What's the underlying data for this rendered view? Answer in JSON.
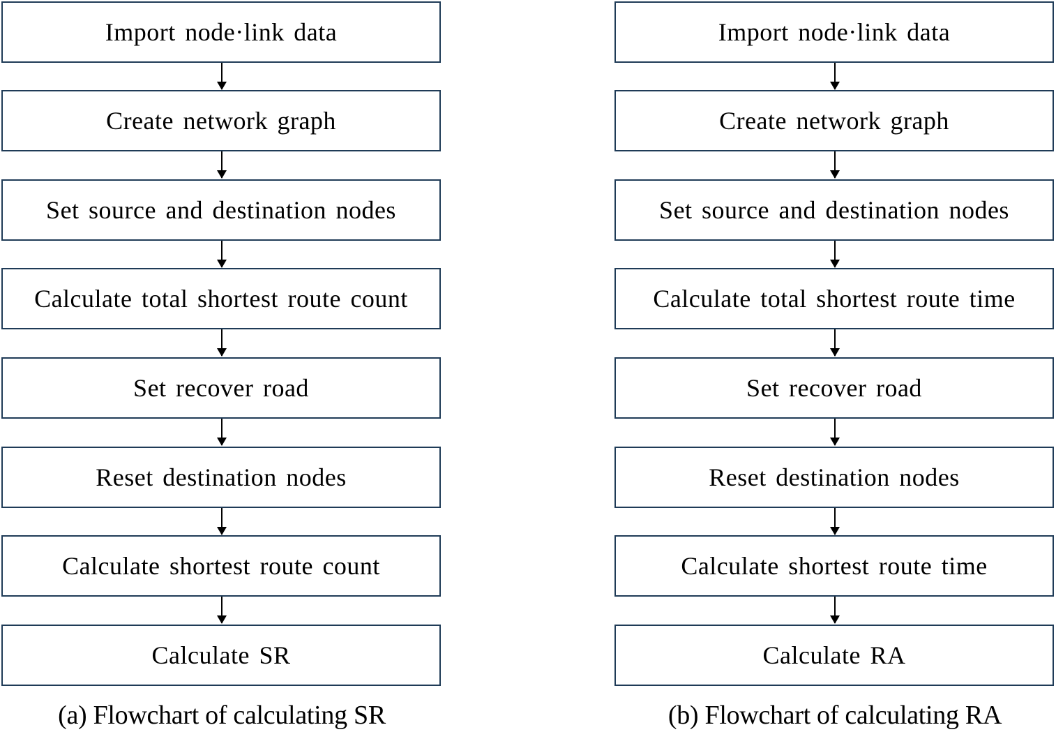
{
  "flowchart_a": {
    "steps": [
      {
        "label": "Import node·link data"
      },
      {
        "label": "Create network graph"
      },
      {
        "label": "Set source and destination nodes"
      },
      {
        "label": "Calculate total shortest route count"
      },
      {
        "label": "Set recover road"
      },
      {
        "label": "Reset destination nodes"
      },
      {
        "label": "Calculate shortest route count"
      },
      {
        "label": "Calculate SR"
      }
    ],
    "caption": "(a) Flowchart of calculating SR"
  },
  "flowchart_b": {
    "steps": [
      {
        "label": "Import node·link data"
      },
      {
        "label": "Create network graph"
      },
      {
        "label": "Set source and destination nodes"
      },
      {
        "label": "Calculate total shortest route time"
      },
      {
        "label": "Set recover road"
      },
      {
        "label": "Reset destination nodes"
      },
      {
        "label": "Calculate shortest route time"
      },
      {
        "label": "Calculate RA"
      }
    ],
    "caption": "(b) Flowchart of calculating RA"
  },
  "colors": {
    "box_border": "#1f3b57",
    "arrow": "#000000",
    "text": "#000000",
    "background": "#ffffff"
  }
}
